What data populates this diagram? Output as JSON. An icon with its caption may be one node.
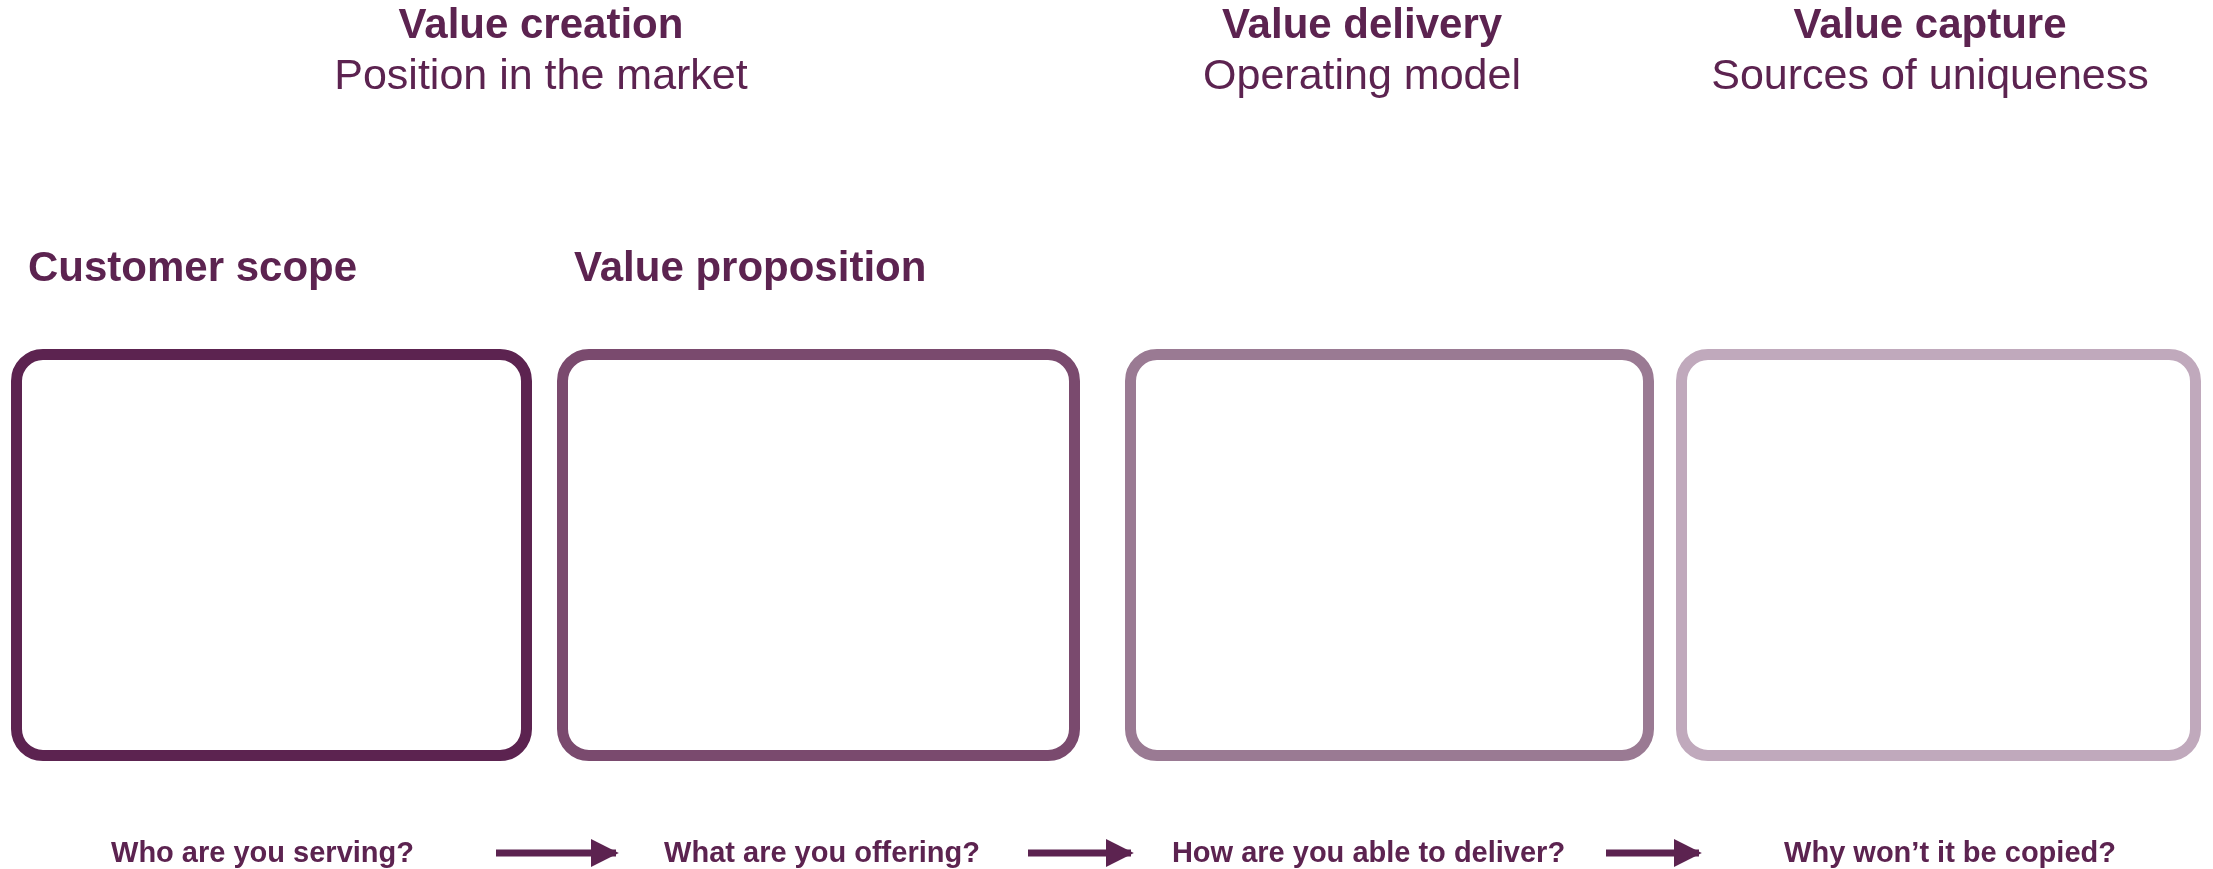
{
  "diagram": {
    "nodes": [
      {
        "text": [
          "Customer scope"
        ]
      },
      {
        "text": [
          "Value proposition"
        ]
      },
      {
        "text": [],
        "shape": "box"
      },
      {
        "text": [],
        "shape": "box"
      },
      {
        "text": [
          "Who are you serving?"
        ]
      },
      {
        "text": [
          "What are you offering?"
        ]
      },
      {
        "text": [
          "How are you able to deliver?"
        ]
      },
      {
        "text": [
          "Why won’t it be copied?"
        ]
      }
    ],
    "edges": [
      {
        "from": 4,
        "to": 5,
        "arrow": "to"
      },
      {
        "from": 5,
        "to": 6,
        "arrow": "to"
      },
      {
        "from": 6,
        "to": 7,
        "arrow": "to"
      }
    ],
    "labels": [
      "Value creation",
      "Position in the market",
      "Value delivery",
      "Operating model",
      "Value capture",
      "Sources of uniqueness"
    ]
  }
}
